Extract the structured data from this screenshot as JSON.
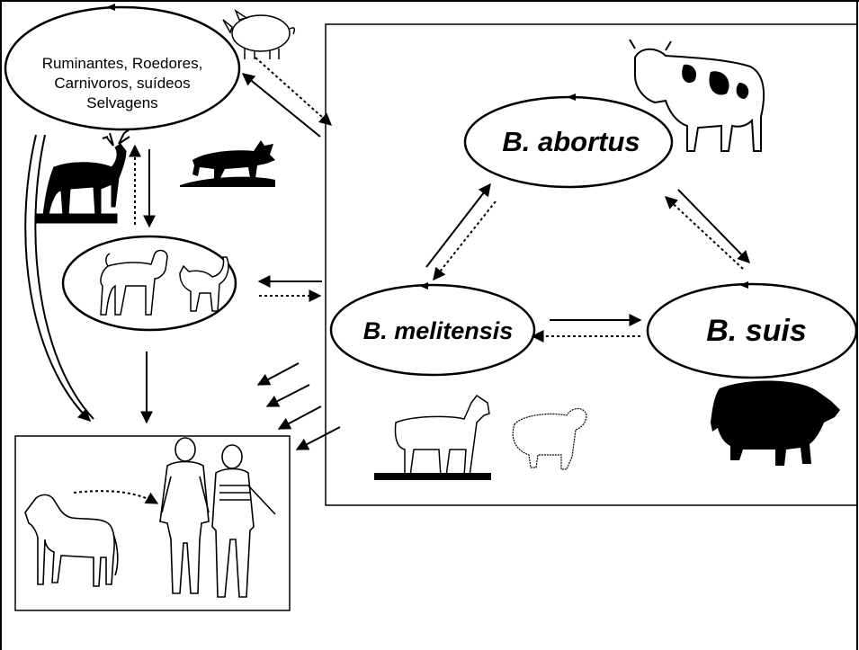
{
  "wild_hosts": {
    "lines": [
      "Ruminantes, Roedores,",
      "Carnivoros, suídeos",
      "Selvagens"
    ]
  },
  "species": {
    "abortus": "B. abortus",
    "melitensis": "B. melitensis",
    "suis": "B. suis"
  },
  "colors": {
    "stroke": "#000000",
    "fill": "#ffffff"
  },
  "animals": [
    "pig-icon",
    "deer-icon",
    "wolf-icon",
    "dog-icon",
    "cat-icon",
    "cow-icon",
    "goat-icon",
    "sheep-icon",
    "black-pig-icon",
    "horse-icon",
    "human-couple-icon"
  ]
}
